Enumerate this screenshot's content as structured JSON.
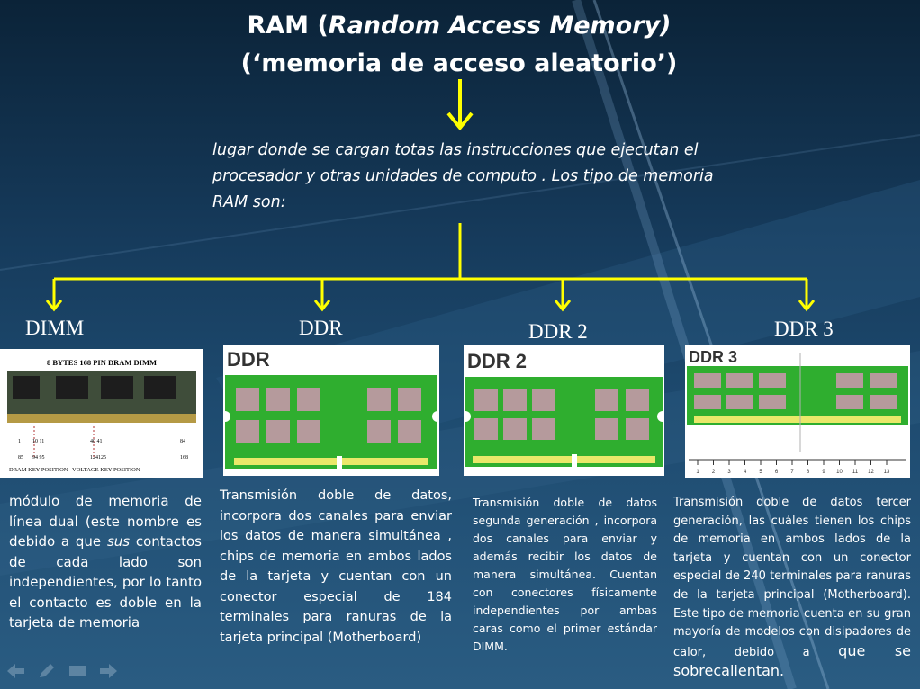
{
  "title": {
    "prefix": "RAM (",
    "italic": "Random Access Memory)",
    "line2": "(‘memoria de acceso aleatorio’)"
  },
  "intro": "lugar donde se cargan totas las instrucciones que ejecutan el procesador  y otras unidades de computo . Los tipo de memoria  RAM son:",
  "types": [
    {
      "name": "DIMM",
      "image_labels": [
        "8 BYTES 168 PIN DRAM DIMM",
        "1",
        "10 11",
        "40 41",
        "84",
        "85",
        "94 95",
        "124125",
        "168",
        "DRAM KEY POSITION",
        "VOLTAGE KEY POSITION"
      ],
      "desc_parts": [
        "módulo de memoria de línea dual (este nombre es debido a que ",
        "sus",
        " contactos de cada lado son independientes, por lo tanto el contacto es doble en la tarjeta de memoria"
      ]
    },
    {
      "name": "DDR",
      "image_label": "DDR",
      "desc": "Transmisión doble de datos, incorpora dos canales para enviar los datos de manera simultánea , chips de memoria en ambos lados de la tarjeta y cuentan con un conector especial de 184 terminales para ranuras de la tarjeta principal (Motherboard)"
    },
    {
      "name": "DDR 2",
      "image_label": "DDR 2",
      "desc": "Transmisión doble de datos segunda generación , incorpora dos canales para enviar y además recibir los datos de manera simultánea. Cuentan con conectores físicamente independientes por ambas caras como el primer estándar DIMM."
    },
    {
      "name": "DDR 3",
      "image_label": "DDR 3",
      "ruler_numbers": [
        "1",
        "2",
        "3",
        "4",
        "5",
        "6",
        "7",
        "8",
        "9",
        "10",
        "11",
        "12",
        "13"
      ],
      "desc_main": "Transmisión doble de datos tercer generación, las cuáles tienen los chips de memoria en ambos lados de la tarjeta y cuentan con un conector especial de 240 terminales para ranuras de la tarjeta principal (Motherboard). Este tipo de memoria cuenta en su gran mayoría de modelos con disipadores de calor, debido a ",
      "desc_end": "que se sobrecalientan."
    }
  ],
  "colors": {
    "connector": "#ffff00",
    "pcb": "#2fae2f",
    "chip": "#b59a9c",
    "text": "#ffffff"
  },
  "nav_icons": [
    "arrow-left-icon",
    "pen-icon",
    "menu-icon",
    "arrow-right-icon"
  ]
}
